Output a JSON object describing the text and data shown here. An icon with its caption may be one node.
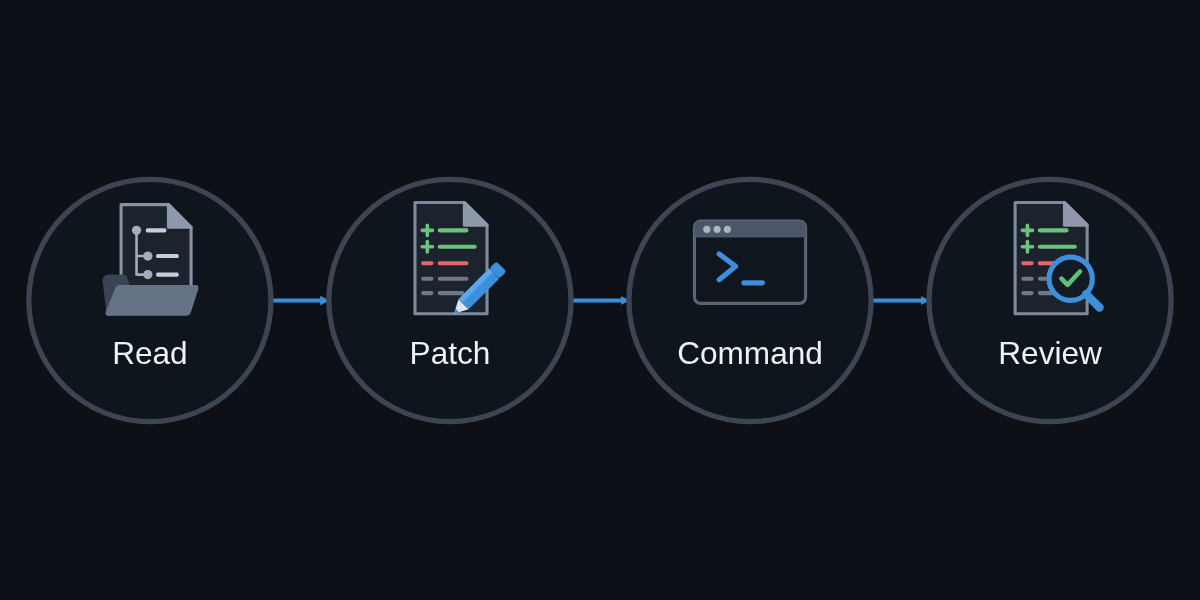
{
  "diagram": {
    "nodes": [
      {
        "text": [
          "Read"
        ]
      },
      {
        "text": [
          "Patch"
        ]
      },
      {
        "text": [
          "Command"
        ]
      },
      {
        "text": [
          "Review"
        ]
      }
    ],
    "edges": [
      {
        "from": 0,
        "to": 1,
        "arrow": "to"
      },
      {
        "from": 1,
        "to": 2,
        "arrow": "to"
      },
      {
        "from": 2,
        "to": 3,
        "arrow": "to"
      }
    ]
  }
}
